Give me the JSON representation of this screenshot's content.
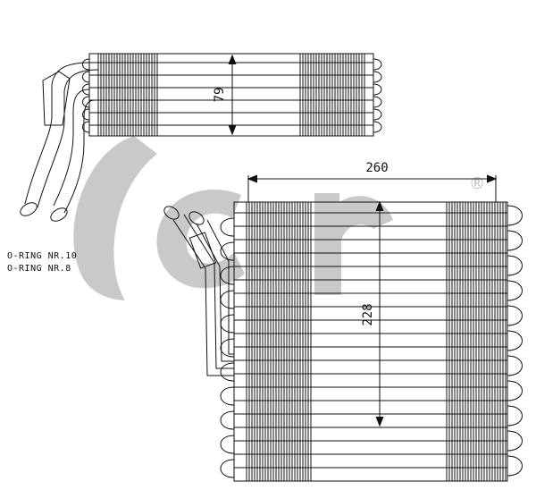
{
  "dimensions": {
    "height_top": "79",
    "width_main": "260",
    "height_main": "228"
  },
  "notes": {
    "oring_1": "O-RING NR.10",
    "oring_2": "O-RING NR.8"
  },
  "logo": {
    "text": "acr",
    "registered": "®",
    "color": "#c8c8c8"
  },
  "colors": {
    "line": "#111111",
    "background": "#ffffff"
  }
}
